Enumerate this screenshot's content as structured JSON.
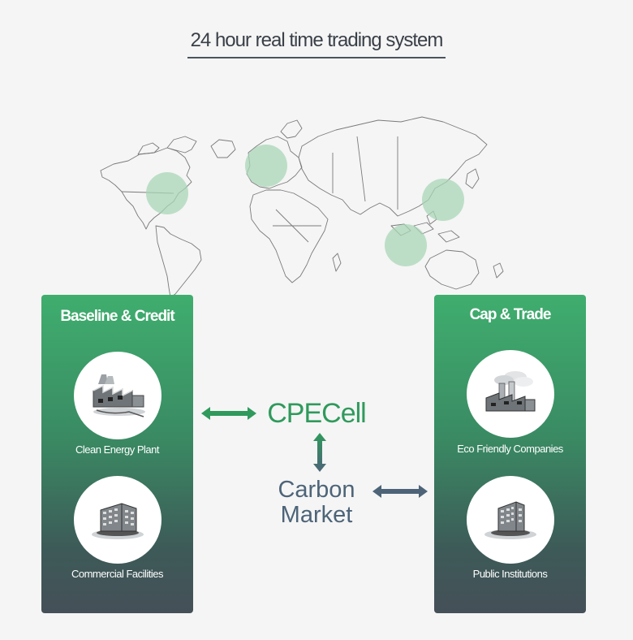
{
  "title": "24 hour real time trading system",
  "colors": {
    "green": "#2f9a5c",
    "slate": "#4d6478",
    "map_highlight": "#a8d5b5"
  },
  "left_panel": {
    "title": "Baseline & Credit",
    "items": [
      {
        "label": "Clean Energy Plant",
        "icon": "factory-icon"
      },
      {
        "label": "Commercial Facilities",
        "icon": "building-icon"
      }
    ]
  },
  "right_panel": {
    "title": "Cap & Trade",
    "items": [
      {
        "label": "Eco Friendly Companies",
        "icon": "smokestack-icon"
      },
      {
        "label": "Public Institutions",
        "icon": "building-icon"
      }
    ]
  },
  "center": {
    "cpecell": "CPECell",
    "carbon_line1": "Carbon",
    "carbon_line2": "Market"
  }
}
